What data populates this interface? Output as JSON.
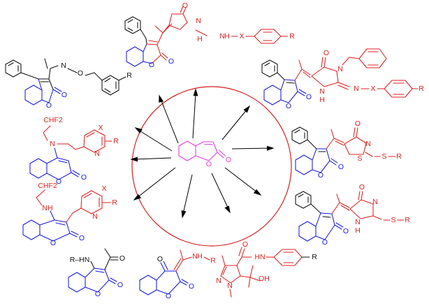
{
  "core": {
    "O_ring": "O",
    "O_carbonyl": "O"
  },
  "c1": {
    "O_top": "O",
    "NH_ring": "H",
    "N_ring": "N",
    "N_link": "N",
    "H_link": "H",
    "X": "X",
    "R": "R",
    "O_ring": "O",
    "O_carbonyl": "O"
  },
  "c2": {
    "N": "N",
    "O_link": "O",
    "R": "R",
    "O_ring": "O",
    "O_carbonyl": "O"
  },
  "c3": {
    "O_top": "O",
    "N_bn": "N",
    "N_ring": "N",
    "H_ring": "H",
    "N_exo": "N",
    "X": "X",
    "R": "R",
    "O_ring": "O",
    "O_carbonyl": "O"
  },
  "c4": {
    "CHF2": "CHF2",
    "N": "N",
    "X": "X",
    "R": "R",
    "N_py": "N",
    "O_ring": "O",
    "O_carbonyl": "O"
  },
  "c5": {
    "O_top": "O",
    "N": "N",
    "S_ring": "S",
    "S_link": "S",
    "R": "R",
    "O_ring": "O",
    "O_carbonyl": "O"
  },
  "c6": {
    "CHF2": "CHF2",
    "NH": "NH",
    "X": "X",
    "R": "R",
    "N_py": "N",
    "O_ring": "O",
    "O_carbonyl": "O"
  },
  "c7": {
    "O_top": "O",
    "N_ring": "N",
    "N_H": "N",
    "H": "H",
    "S": "S",
    "R": "R",
    "O_ring": "O",
    "O_carbonyl": "O"
  },
  "c8": {
    "R_HN": "R–HN",
    "O_acetyl": "O",
    "O_ring": "O",
    "O_carbonyl": "O"
  },
  "c9": {
    "O_ketone": "O",
    "NH_R": "N",
    "H": "H",
    "R": "R",
    "O_ring": "O",
    "O_carbonyl": "O"
  },
  "c10": {
    "O_amide": "O",
    "HN": "HN",
    "R": "R",
    "N1": "N",
    "N2": "N",
    "OH": "OH"
  }
}
